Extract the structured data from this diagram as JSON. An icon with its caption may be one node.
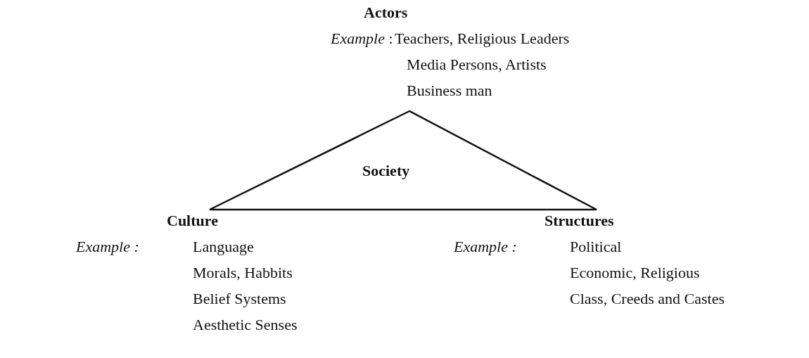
{
  "diagram": {
    "nodes": [
      {
        "text": [
          "Society"
        ]
      }
    ],
    "edges": [],
    "labels": [
      "Actors",
      "*Example* :",
      "Teachers, Religious Leaders",
      "Media Persons, Artists",
      "Business man",
      "Culture",
      "Structures",
      "*Example :*",
      "Language",
      "*Example :*",
      "Political",
      "Morals, Habbits",
      "Economic, Religious",
      "Belief Systems",
      "Class, Creeds and Castes",
      "Aesthetic Senses"
    ]
  }
}
